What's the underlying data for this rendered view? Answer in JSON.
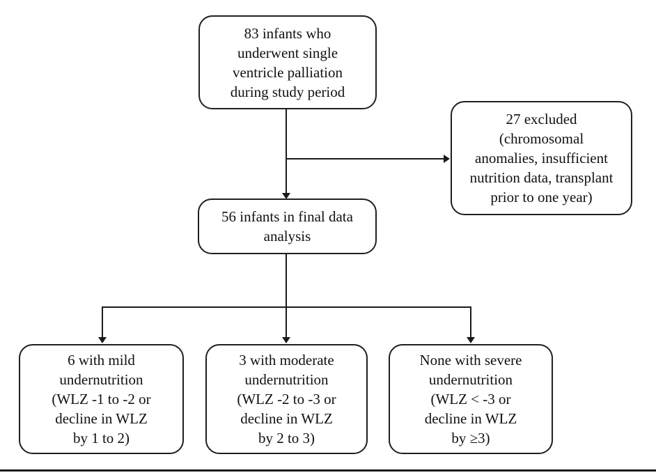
{
  "figure": {
    "type": "flowchart",
    "colors": {
      "background": "#ffffff",
      "box_border": "#1f1f1f",
      "text": "#111111",
      "connector": "#1a1a1a",
      "bottom_rule": "#1b1b1b"
    },
    "nodes": {
      "enrolled": {
        "text": "83 infants who\nunderwent single\nventricle palliation\nduring study period"
      },
      "excluded": {
        "text": "27 excluded\n(chromosomal\nanomalies, insufficient\nnutrition data, transplant\nprior to one year)"
      },
      "final": {
        "text": "56 infants in final data\nanalysis"
      },
      "mild": {
        "text": "6 with mild\nundernutrition\n(WLZ -1 to -2 or\ndecline in WLZ\nby 1 to 2)"
      },
      "moderate": {
        "text": "3 with moderate\nundernutrition\n(WLZ -2 to -3 or\ndecline in WLZ\nby 2 to 3)"
      },
      "severe": {
        "text": "None with severe\nundernutrition\n(WLZ < -3 or\ndecline in WLZ\nby ≥3)"
      }
    },
    "edges": [
      {
        "from": "enrolled",
        "to": "final"
      },
      {
        "from": "enrolled",
        "to": "excluded"
      },
      {
        "from": "final",
        "to": "mild"
      },
      {
        "from": "final",
        "to": "moderate"
      },
      {
        "from": "final",
        "to": "severe"
      }
    ]
  }
}
